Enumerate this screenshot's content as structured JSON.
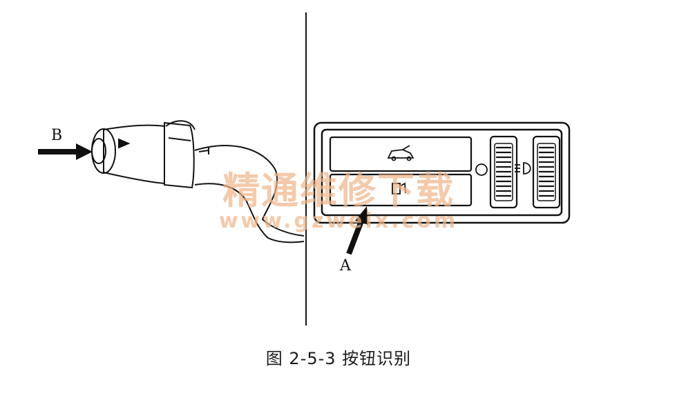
{
  "labels": {
    "a": "A",
    "b": "B"
  },
  "watermark": {
    "line1": "精通维修下载",
    "line2": "www.gzweix.com"
  },
  "caption": {
    "text": "图 2-5-3 按钮识别"
  },
  "icons": [
    "trunk-icon",
    "fuel-door-icon",
    "headlight-icon"
  ],
  "colors": {
    "ink": "#111111",
    "watermark": "#f0b78a"
  }
}
